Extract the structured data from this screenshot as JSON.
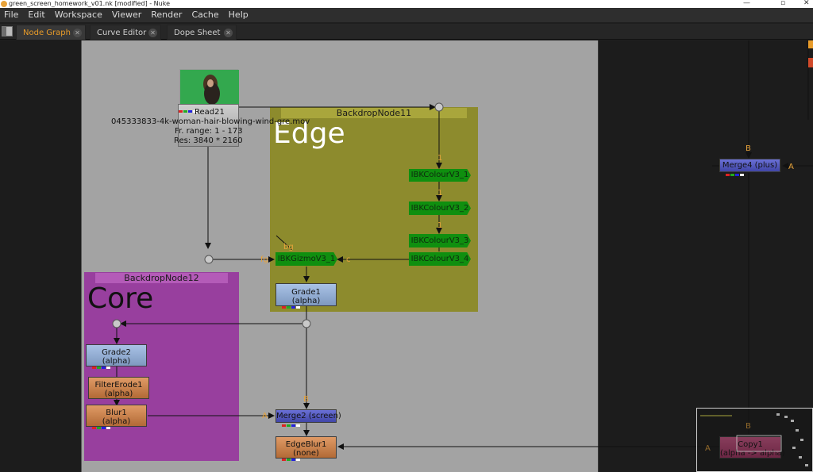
{
  "window": {
    "title": "green_screen_homework_v01.nk [modified] - Nuke",
    "controls": [
      "—",
      "▫",
      "✕"
    ]
  },
  "menu": [
    "File",
    "Edit",
    "Workspace",
    "Viewer",
    "Render",
    "Cache",
    "Help"
  ],
  "tabs": [
    {
      "label": "Node Graph",
      "active": true
    },
    {
      "label": "Curve Editor",
      "active": false
    },
    {
      "label": "Dope Sheet",
      "active": false
    }
  ],
  "backdrops": {
    "edge": {
      "title": "BackdropNode11",
      "label": "Edge",
      "color": "#8d8b2d"
    },
    "core": {
      "title": "BackdropNode12",
      "label": "Core",
      "color": "#983f9e"
    }
  },
  "read": {
    "name": "Read21",
    "file": "045333833-4k-woman-hair-blowing-wind-gre.mov",
    "range": "Fr. range: 1 - 173",
    "res": "Res: 3840 * 2160"
  },
  "nodes": {
    "ibk1": "IBKColourV3_1",
    "ibk2": "IBKColourV3_2",
    "ibk3": "IBKColourV3_3",
    "ibk4": "IBKColourV3_4",
    "gizmo": "IBKGizmoV3_1",
    "grade1": {
      "name": "Grade1",
      "sub": "(alpha)"
    },
    "grade2": {
      "name": "Grade2",
      "sub": "(alpha)"
    },
    "filter": {
      "name": "FilterErode1",
      "sub": "(alpha)"
    },
    "blur": {
      "name": "Blur1",
      "sub": "(alpha)"
    },
    "merge2": "Merge2 (screen)",
    "edgeblur": {
      "name": "EdgeBlur1",
      "sub": "(none)"
    },
    "merge4": "Merge4 (plus)",
    "copy": {
      "name": "Copy1",
      "sub": "(alpha -> alpha)"
    }
  },
  "inputs": {
    "bg": "bg",
    "fg": "fg",
    "c": "c",
    "b": "B",
    "a": "A",
    "one": "1"
  }
}
